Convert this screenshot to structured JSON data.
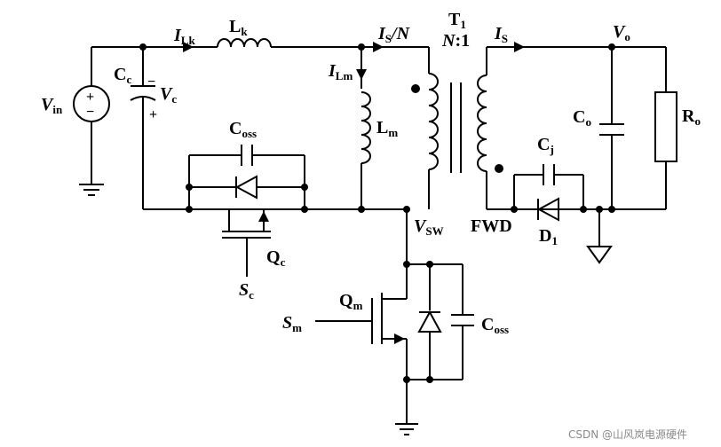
{
  "labels": {
    "ILk": {
      "main": "I",
      "sub": "Lk"
    },
    "Lk": {
      "main": "L",
      "sub": "k"
    },
    "Is_N": {
      "main": "I",
      "sub": "S",
      "tail": "/N"
    },
    "T1": {
      "main": "T",
      "sub": "1"
    },
    "ratio": {
      "main": "N",
      "tail": ":1"
    },
    "Is": {
      "main": "I",
      "sub": "S"
    },
    "Vo": {
      "main": "V",
      "sub": "o"
    },
    "Cc": {
      "main": "C",
      "sub": "c"
    },
    "Vc": {
      "main": "V",
      "sub": "c"
    },
    "Vin": {
      "main": "V",
      "sub": "in"
    },
    "ILm": {
      "main": "I",
      "sub": "Lm"
    },
    "Lm": {
      "main": "L",
      "sub": "m"
    },
    "Coss_top": {
      "main": "C",
      "sub": "oss"
    },
    "Co": {
      "main": "C",
      "sub": "o"
    },
    "Ro": {
      "main": "R",
      "sub": "o"
    },
    "Cj": {
      "main": "C",
      "sub": "j"
    },
    "FWD": "FWD",
    "D1": {
      "main": "D",
      "sub": "1"
    },
    "Vsw": {
      "main": "V",
      "sub": "SW"
    },
    "Qc": {
      "main": "Q",
      "sub": "c"
    },
    "Sc": {
      "main": "S",
      "sub": "c"
    },
    "Qm": {
      "main": "Q",
      "sub": "m"
    },
    "Sm": {
      "main": "S",
      "sub": "m"
    },
    "Coss_bot": {
      "main": "C",
      "sub": "oss"
    },
    "plus_src": "+",
    "minus_src": "−",
    "minus_cap": "−",
    "plus_cap": "+"
  },
  "watermark": "CSDN @山风岚电源硬件",
  "colors": {
    "ink": "#000000",
    "background": "#ffffff",
    "watermark": "#8a8a8a"
  }
}
